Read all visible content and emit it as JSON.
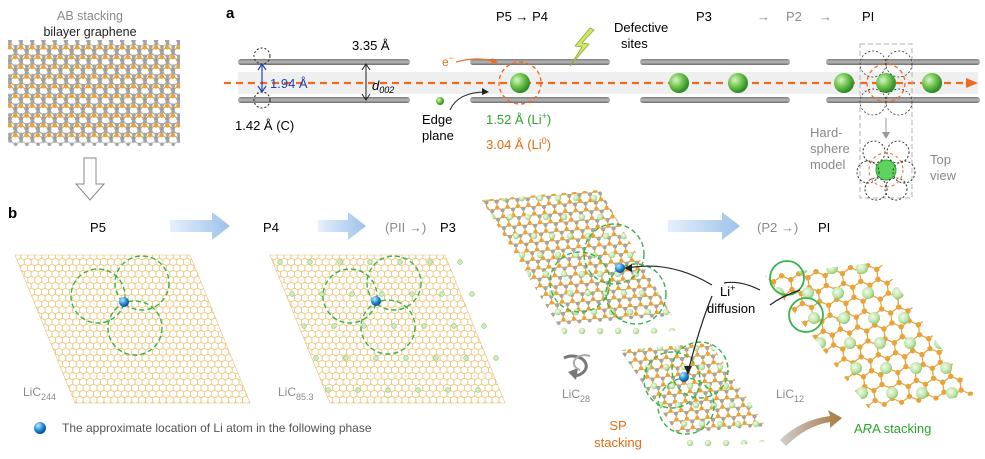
{
  "panel_a": {
    "label": "a",
    "stacking_title_1": "AB stacking",
    "stacking_title_2": "bilayer graphene",
    "interlayer_distance": "3.35 Å",
    "d002_main": "d",
    "d002_sub": "002",
    "offset_distance": "1.94 Å",
    "cc_bond": "1.42 Å (C)",
    "electron": "e",
    "electron_sup": "−",
    "edge_plane_1": "Edge",
    "edge_plane_2": "plane",
    "li_ion_radius": "1.52 Å (Li",
    "li_ion_sup": "+",
    "li_atom_radius": "3.04 Å (Li",
    "li_atom_sup": "0",
    "close_paren": ")",
    "defective_1": "Defective",
    "defective_2": "sites",
    "phase_p5_p4": "P5 → P4",
    "phase_p3": "P3",
    "phase_arrow1": "→",
    "phase_p2": "P2",
    "phase_arrow2": "→",
    "phase_pi": "PI",
    "hard_sphere_1": "Hard-",
    "hard_sphere_2": "sphere",
    "hard_sphere_3": "model",
    "top_view_1": "Top",
    "top_view_2": "view"
  },
  "panel_b": {
    "label": "b",
    "phases": {
      "p5": "P5",
      "p4": "P4",
      "p3_prefix": "(PII →)",
      "p3": "P3",
      "pi_prefix": "(P2 →)",
      "pi": "PI"
    },
    "compounds": {
      "c244_main": "LiC",
      "c244_sub": "244",
      "c85_main": "LiC",
      "c85_sub": "85.3",
      "c28_main": "LiC",
      "c28_sub": "28",
      "c12_main": "LiC",
      "c12_sub": "12"
    },
    "li_diffusion_1": "Li",
    "li_diffusion_sup": "+",
    "li_diffusion_2": "diffusion",
    "sp_stacking_1": "SP",
    "sp_stacking_2": "stacking",
    "ara_a1": "A",
    "ara_r": "R",
    "ara_a2": "A",
    "ara_rest": " stacking",
    "legend_text": "The approximate location of Li atom in the following phase"
  },
  "colors": {
    "carbon_orange": "#e8a33a",
    "carbon_gray": "#a4a4a4",
    "li_green": "#6cc24a",
    "electron_path": "#ef6a1f",
    "phase_arrow": "#b8d4f2",
    "ring_green": "#36b34a",
    "blue_text": "#2040c0",
    "orange_text": "#e36b14",
    "green_text": "#2aa52a"
  }
}
